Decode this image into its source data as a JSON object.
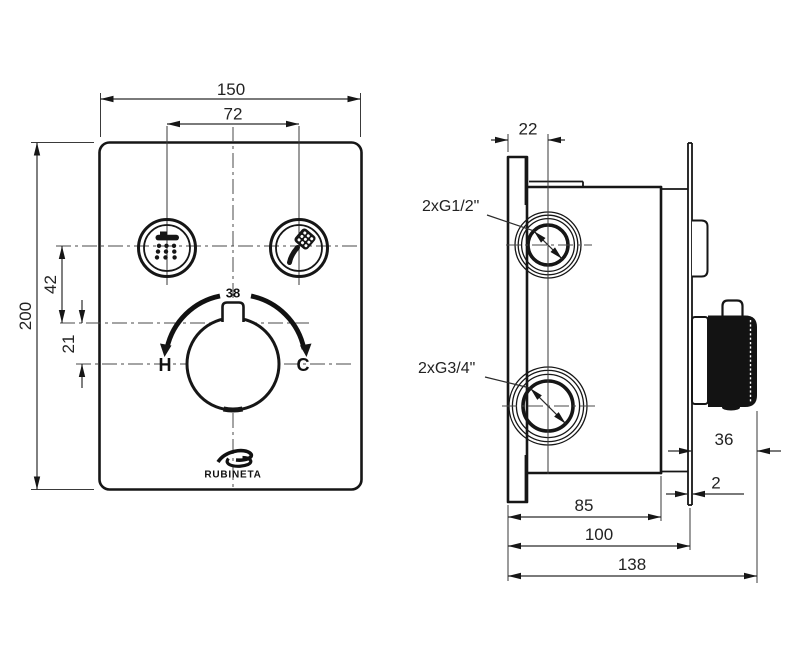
{
  "drawing": {
    "brand": "RUBINETA",
    "front_view": {
      "dim_plate_width": "150",
      "dim_button_spacing": "72",
      "dim_plate_height": "200",
      "dim_buttons_to_safety": "42",
      "dim_safety_to_knob": "21",
      "safety_temp_label": "38",
      "hot_label": "H",
      "cold_label": "C"
    },
    "side_view": {
      "dim_port_offset": "22",
      "label_upper_ports": "2xG1/2\"",
      "label_lower_ports": "2xG3/4\"",
      "dim_handle_depth": "36",
      "dim_plate_thickness": "2",
      "dim_body_depth": "85",
      "dim_depth_to_plate": "100",
      "dim_total_depth": "138"
    },
    "colors": {
      "line": "#161616",
      "background": "#ffffff"
    }
  }
}
